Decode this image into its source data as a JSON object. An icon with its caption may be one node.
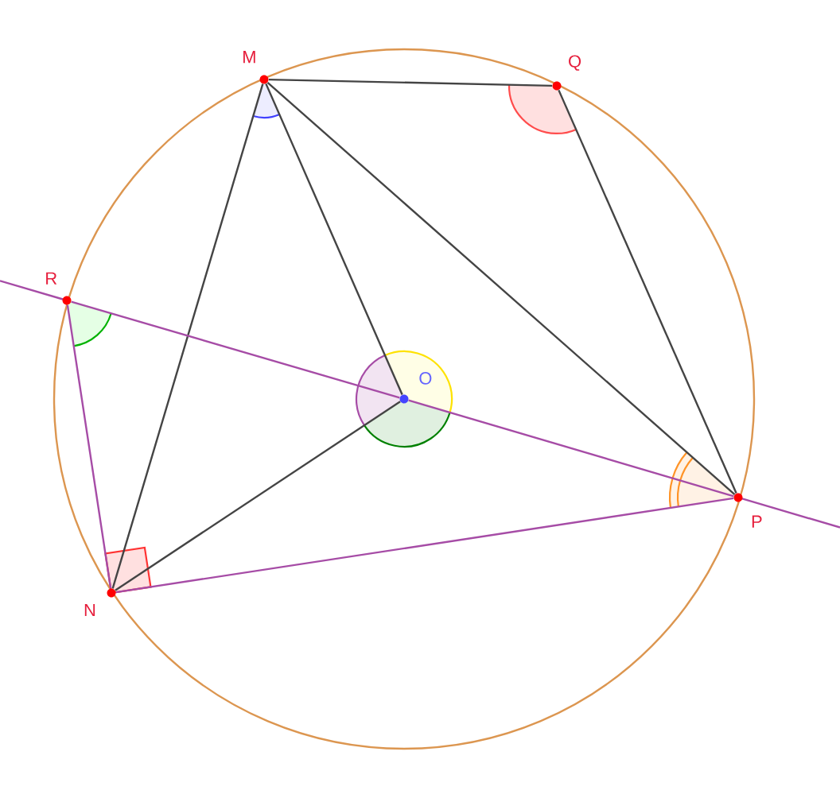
{
  "diagram": {
    "nodes": [
      {
        "text": [
          "M"
        ]
      },
      {
        "text": [
          "Q"
        ]
      },
      {
        "text": [
          "R"
        ]
      },
      {
        "text": [
          "O"
        ]
      },
      {
        "text": [
          "P"
        ]
      },
      {
        "text": [
          "N"
        ]
      }
    ],
    "edges": [
      {
        "from": 0,
        "to": 1,
        "arrow": "none"
      },
      {
        "from": 1,
        "to": 4,
        "arrow": "none"
      },
      {
        "from": 0,
        "to": 4,
        "arrow": "none"
      },
      {
        "from": 0,
        "to": 5,
        "arrow": "none"
      },
      {
        "from": 0,
        "to": 3,
        "arrow": "none"
      },
      {
        "from": 3,
        "to": 5,
        "arrow": "none"
      },
      {
        "from": 2,
        "to": 3,
        "arrow": "none",
        "color": "#a64ca6"
      },
      {
        "from": 3,
        "to": 4,
        "arrow": "none",
        "color": "#a64ca6"
      },
      {
        "from": 2,
        "to": 5,
        "arrow": "none",
        "color": "#a64ca6"
      },
      {
        "from": 5,
        "to": 4,
        "arrow": "none",
        "color": "#a64ca6"
      }
    ]
  }
}
